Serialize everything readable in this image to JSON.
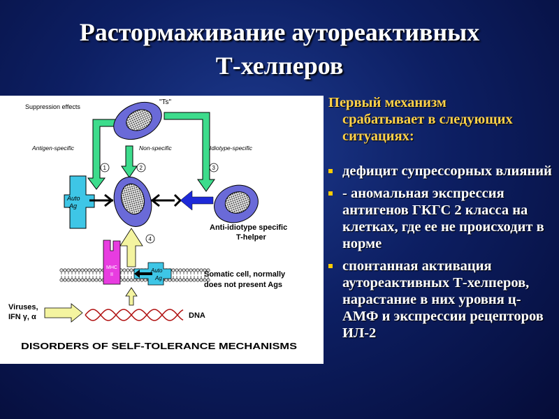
{
  "slide": {
    "title_line1": "Растормаживание аутореактивных",
    "title_line2": "Т-хелперов"
  },
  "panel": {
    "intro_line1": "Первый механизм",
    "intro_line2": "срабатывает в следующих ситуациях:",
    "bullets": [
      "дефицит супрессорных влияний",
      " - аномальная экспрессия антигенов ГКГС 2 класса на клетках, где ее не происходит в норме",
      "спонтанная активация аутореактивных Т-хелперов, нарастание в них уровня ц-АМФ и экспрессии рецепторов ИЛ-2"
    ],
    "bullet_color": "#ffcc00"
  },
  "diagram": {
    "suppression_effects": "Suppression effects",
    "ts_label": "\"Ts\"",
    "antigen_specific": "Antigen-specific",
    "non_specific": "Non-specific",
    "idiotype_specific": "Idiotype-specific",
    "num1": "1",
    "num2": "2",
    "num3": "3",
    "num4": "4",
    "auto_ag_1": "Auto",
    "auto_ag_2": "Ag",
    "anti_idiotype_1": "Anti-idiotype specific",
    "anti_idiotype_2": "T-helper",
    "mhc_1": "MHC",
    "mhc_2": "II",
    "somatic_1": "Somatic cell, normally",
    "somatic_2": "does not present Ags",
    "viruses_1": "Viruses,",
    "viruses_2": "IFN γ, α",
    "dna": "DNA",
    "caption": "DISORDERS OF SELF-TOLERANCE MECHANISMS",
    "colors": {
      "green_arrow": "#3ddc8c",
      "cell_fill": "#6a6ad8",
      "receptor_cyan": "#3ec6e6",
      "mhc_magenta": "#e83ce0",
      "yellow_arrow": "#f4f4a0",
      "blue_arrow": "#1e2ad8",
      "dna_red": "#b01010"
    }
  }
}
